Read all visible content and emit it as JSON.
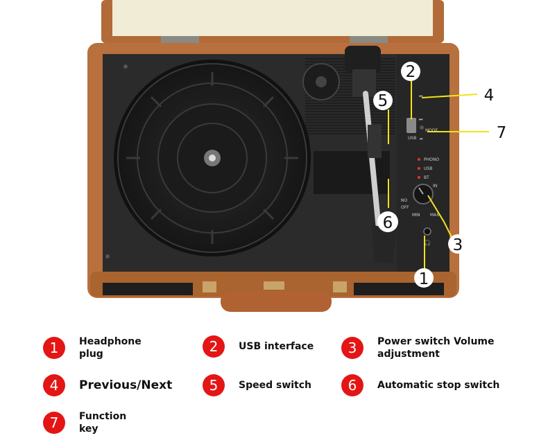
{
  "callouts": {
    "c1": "1",
    "c2": "2",
    "c3": "3",
    "c4": "4",
    "c5": "5",
    "c6": "6",
    "c7": "7"
  },
  "panel_labels": {
    "prev": "⏮",
    "next": "⏭",
    "usb": "USB",
    "mode": "MODE",
    "play": "⏯",
    "phono": "PHONO",
    "usb_led": "USB",
    "bt": "BT",
    "aux_in": "IN",
    "no": "NO",
    "off": "OFF",
    "min": "MIN",
    "max": "MAX",
    "headphone_symbol": "🎧"
  },
  "legend": [
    {
      "number": "1",
      "label": "Headphone\nplug"
    },
    {
      "number": "2",
      "label": "USB interface"
    },
    {
      "number": "3",
      "label": "Power switch Volume\nadjustment"
    },
    {
      "number": "4",
      "label": "Previous/Next"
    },
    {
      "number": "5",
      "label": "Speed switch"
    },
    {
      "number": "6",
      "label": "Automatic stop switch"
    },
    {
      "number": "7",
      "label": "Function\nkey"
    }
  ],
  "colors": {
    "badge": "#e41515",
    "leader_line": "#f2e21a",
    "case_leather": "#b8703e",
    "deck": "#2b2b2b",
    "lid_lining": "#f1ecd6"
  }
}
